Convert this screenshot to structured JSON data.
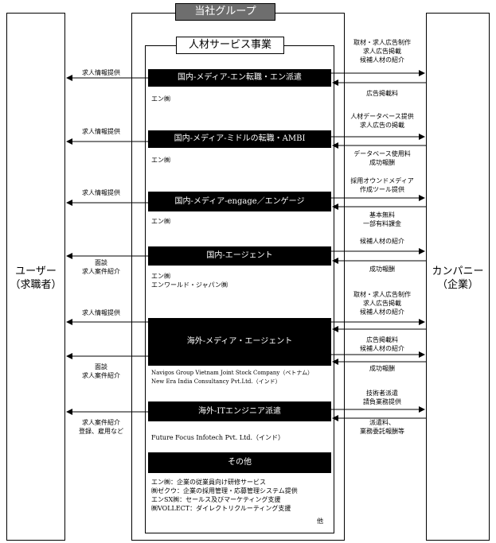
{
  "group_title": "当社グループ",
  "hr_title": "人材サービス事業",
  "user_label": [
    "ユーザー",
    "（求職者）"
  ],
  "company_label": [
    "カンパニー",
    "（企業）"
  ],
  "segments": [
    {
      "name": "国内-メディア-エン転職・エン派遣",
      "companies": "エン㈱"
    },
    {
      "name": "国内-メディア-ミドルの転職・AMBI",
      "companies": "エン㈱"
    },
    {
      "name": "国内-メディア-engage／エンゲージ",
      "companies": "エン㈱"
    },
    {
      "name": "国内-エージェント",
      "companies": "エン㈱\nエンワールド・ジャパン㈱"
    },
    {
      "name": "海外-メディア・エージェント",
      "companies": "Navigos Group Vietnam Joint Stock Company（ベトナム）\nNew Era India Consultancy Pvt.Ltd.（インド）"
    },
    {
      "name": "海外-ITエンジニア派遣",
      "companies": "Future Focus Infotech Pvt. Ltd.（インド）"
    },
    {
      "name": "その他",
      "companies": "エン㈱：企業の従業員向け研修サービス\n㈱ゼクウ：企業の採用管理・応募管理システム提供\nエンSX㈱：セールス及びマーケティング支援\n㈱VOLLECT：ダイレクトリクルーティング支援"
    }
  ],
  "others_suffix": "他",
  "left_labels": [
    "求人情報提供",
    "求人情報提供",
    "求人情報提供",
    "面談\n求人案件紹介",
    "求人情報提供",
    "面談\n求人案件紹介",
    "求人案件紹介\n登録、雇用など"
  ],
  "right_labels": [
    "取材・求人広告制作\n求人広告掲載\n候補人材の紹介",
    "広告掲載料",
    "人材データベース提供\n求人広告の掲載",
    "データベース使用料\n成功報酬",
    "採用オウンドメディア\n作成ツール提供",
    "基本無料\n一部有料課金",
    "候補人材の紹介",
    "成功報酬",
    "取材・求人広告制作\n求人広告掲載\n候補人材の紹介",
    "広告掲載料\n候補人材の紹介",
    "成功報酬",
    "技術者派遣\n請負業務提供",
    "派遣料、\n業務委託報酬等"
  ]
}
